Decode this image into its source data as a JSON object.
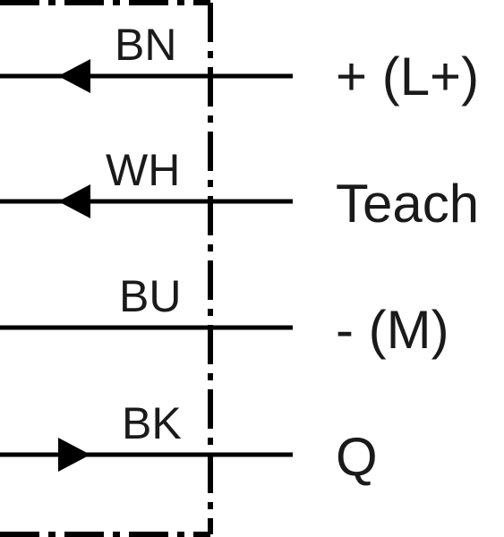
{
  "terminals": [
    {
      "code": "BN",
      "signal": "+ (L+)",
      "arrow": "in"
    },
    {
      "code": "WH",
      "signal": "Teach",
      "arrow": "in"
    },
    {
      "code": "BU",
      "signal": "- (M)",
      "arrow": "none"
    },
    {
      "code": "BK",
      "signal": "Q",
      "arrow": "out"
    }
  ]
}
